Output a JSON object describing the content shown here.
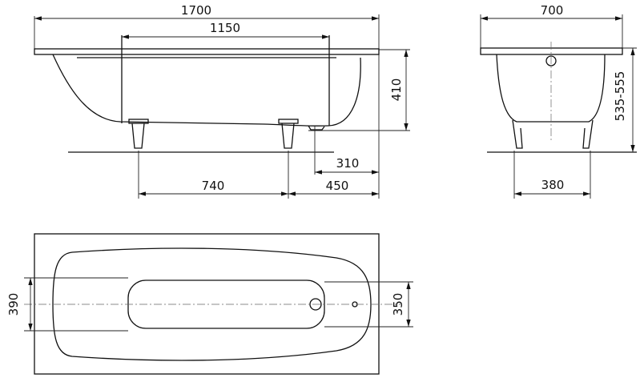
{
  "title": "Bathtub dimension drawing",
  "side_view": {
    "overall_length": "1700",
    "inner_length": "1150",
    "height": "410",
    "drain_offset": "310",
    "feet_spacing": "740",
    "foot_to_end": "450"
  },
  "end_view": {
    "width": "700",
    "total_height": "535-555",
    "feet_spacing": "380"
  },
  "plan_view": {
    "inner_width": "390",
    "bottom_width": "350"
  }
}
